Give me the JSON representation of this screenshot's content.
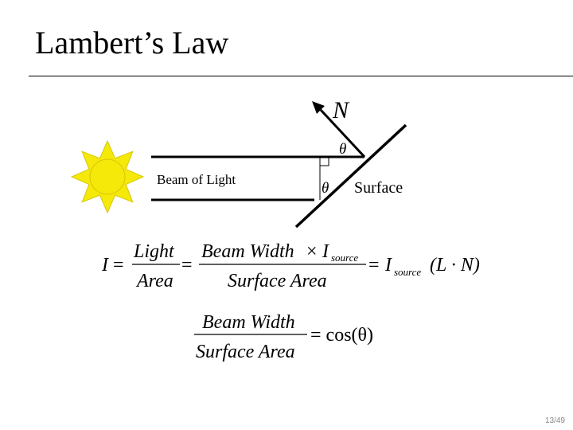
{
  "slide": {
    "title": "Lambert’s Law",
    "number": "13/49"
  },
  "diagram": {
    "normal_label": "N",
    "theta_symbol": "θ",
    "beam_label": "Beam of Light",
    "surface_label": "Surface",
    "sun_color": "#f5e90a",
    "sun_stroke": "#d8c600"
  },
  "equation1": {
    "lhs": "I",
    "eq": "=",
    "f1_num": "Light",
    "f1_den": "Area",
    "f2_num_a": "Beam Width",
    "times": "×",
    "f2_num_i": "I",
    "f2_num_sub": "source",
    "f2_den": "Surface Area",
    "rhs_i": "I",
    "rhs_sub": "source",
    "rhs_paren": "(L · N)"
  },
  "equation2": {
    "num": "Beam Width",
    "den": "Surface Area",
    "rhs": "= cos(θ)"
  }
}
